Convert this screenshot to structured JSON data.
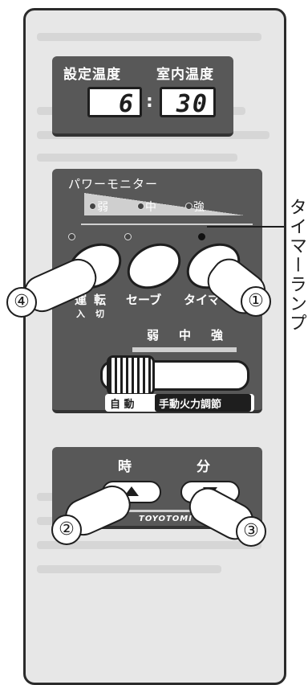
{
  "temperature": {
    "set_label": "設定温度",
    "room_label": "室内温度",
    "set_value": "6",
    "room_value": "30",
    "separator": ":"
  },
  "power_monitor": {
    "title": "パワーモニター",
    "levels": [
      "弱",
      "中",
      "強"
    ]
  },
  "buttons": {
    "run_label_1": "運",
    "run_label_2": "転",
    "run_sub_1": "入",
    "run_sub_2": "切",
    "save_label": "セーブ",
    "timer_label": "タイマー"
  },
  "flame": {
    "levels": [
      "弱",
      "中",
      "強"
    ],
    "auto_label": "自 動",
    "manual_label": "手動火力調節"
  },
  "clock": {
    "hour_label": "時",
    "minute_label": "分",
    "brand": "TOYOTOMI"
  },
  "callouts": {
    "n1": "①",
    "n2": "②",
    "n3": "③",
    "n4": "④",
    "timer_lamp": "タイマーランプ"
  },
  "colors": {
    "panel": "#585858",
    "body": "#e7e7e7",
    "outline": "#1e1e1e"
  }
}
